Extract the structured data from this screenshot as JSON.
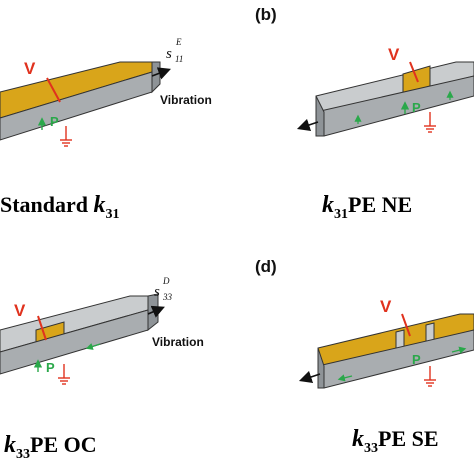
{
  "panels": {
    "b_letter": "(b)",
    "d_letter": "(d)"
  },
  "labels": {
    "voltage": "V",
    "polarization": "P",
    "vibration": "Vibration",
    "s_a_main": "s",
    "s_a_sup": "E",
    "s_a_sub": "11",
    "s_c_main": "s",
    "s_c_sup": "D",
    "s_c_sub": "33"
  },
  "captions": {
    "a_prefix": "Standard ",
    "a_k": "k",
    "a_sub": "31",
    "b_k": "k",
    "b_sub": "31",
    "b_suffix": "PE NE",
    "c_k": "k",
    "c_sub": "33",
    "c_suffix": "PE OC",
    "d_k": "k",
    "d_sub": "33",
    "d_suffix": "PE SE"
  },
  "colors": {
    "electrode": "#d9a51a",
    "beam": "#c9ccce",
    "voltage": "#e0321e",
    "polarization": "#2aa84a"
  }
}
